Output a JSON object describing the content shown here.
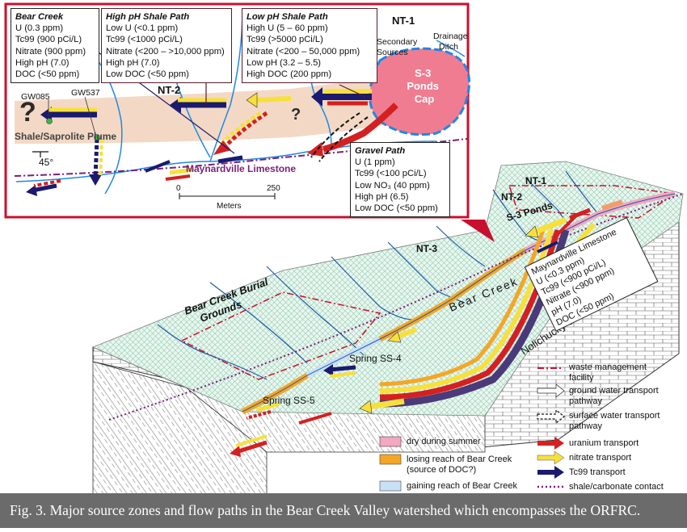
{
  "inset": {
    "boxes": [
      {
        "title": "Bear Creek",
        "lines": [
          "U (0.3 ppm)",
          "Tc99 (900 pCi/L)",
          "Nitrate (900 ppm)",
          "High pH (7.0)",
          "DOC (<50 ppm)"
        ]
      },
      {
        "title": "High pH Shale Path",
        "lines": [
          "Low U (<0.1 ppm)",
          "Tc99 (<1000 pCi/L)",
          "Nitrate (<200 – >10,000 ppm)",
          "High pH (7.0)",
          "Low DOC (<50 ppm)"
        ]
      },
      {
        "title": "Low pH Shale Path",
        "lines": [
          "High U (5 – 60 ppm)",
          "Tc99 (>5000 pCi/L)",
          "Nitrate (<200 – 50,000 ppm)",
          "Low pH (3.2 – 5.5)",
          "High DOC (200 ppm)"
        ]
      },
      {
        "title": "Gravel Path",
        "lines": [
          "U (1 ppm)",
          "Tc99 (<100 pCi/L)",
          "Low NO₃ (40 ppm)",
          "High pH (6.5)",
          "Low DOC (<50 ppm)"
        ]
      }
    ],
    "labels": {
      "nt1": "NT-1",
      "nt2": "NT-2",
      "secondary_sources": "Secondary\nSources",
      "drainage_ditch": "Drainage\nDitch",
      "s3_ponds_cap": "S-3\nPonds\nCap",
      "gw085": "GW085",
      "gw537": "GW537",
      "plume": "Shale/Saprolite Plume",
      "maynardville": "Maynardville Limestone",
      "question": "?",
      "dip": "45°",
      "scale_0": "0",
      "scale_250": "250",
      "scale_unit": "Meters"
    }
  },
  "block": {
    "labels": {
      "nt1": "NT-1",
      "nt2": "NT-2",
      "s3_ponds": "S-3  Ponds",
      "nt3": "NT-3",
      "burial_grounds": "Bear Creek Burial\nGrounds",
      "bear_creek": "Bear Creek",
      "spring_ss4": "Spring SS-4",
      "spring_ss5": "Spring SS-5",
      "nolichucky": "Nolichucky Shale",
      "maynardville_box": [
        "Maynardville Limestone",
        "U (<0.3 ppm)",
        "Tc99 (<900 pCi/L)",
        "Nitrate (<900 ppm)",
        "pH (7.0)",
        "DOC (<50 ppm)"
      ]
    }
  },
  "legend": {
    "left": [
      {
        "label": "dry during summer",
        "color": "#f4a7c0"
      },
      {
        "label": "losing reach of Bear Creek\n(source of DOC?)",
        "color": "#f5a623"
      },
      {
        "label": "gaining reach of Bear Creek",
        "color": "#c9e1f7"
      }
    ],
    "right": [
      {
        "label": "waste management\nfacility",
        "symbol": "dash-dot-red"
      },
      {
        "label": "ground water transport\npathway",
        "symbol": "white-arrow"
      },
      {
        "label": "surface water transport\npathway",
        "symbol": "dashed-arrow"
      },
      {
        "label": "uranium transport",
        "symbol": "red-arrow"
      },
      {
        "label": "nitrate transport",
        "symbol": "yellow-arrow"
      },
      {
        "label": "Tc99 transport",
        "symbol": "navy-arrow"
      },
      {
        "label": "shale/carbonate contact",
        "symbol": "dotted-purple"
      }
    ]
  },
  "caption": "Fig. 3. Major source zones and flow paths in the Bear Creek Valley watershed which encompasses the ORFRC.",
  "colors": {
    "frame_red": "#c8102e",
    "plume": "#f3d9c5",
    "pond": "#f07c92",
    "stream": "#1e88e5",
    "uranium": "#d42020",
    "nitrate": "#f7e03a",
    "tc99": "#1a1a6e",
    "mesh": "#7fc7a6",
    "contact": "#7a1f7a"
  }
}
